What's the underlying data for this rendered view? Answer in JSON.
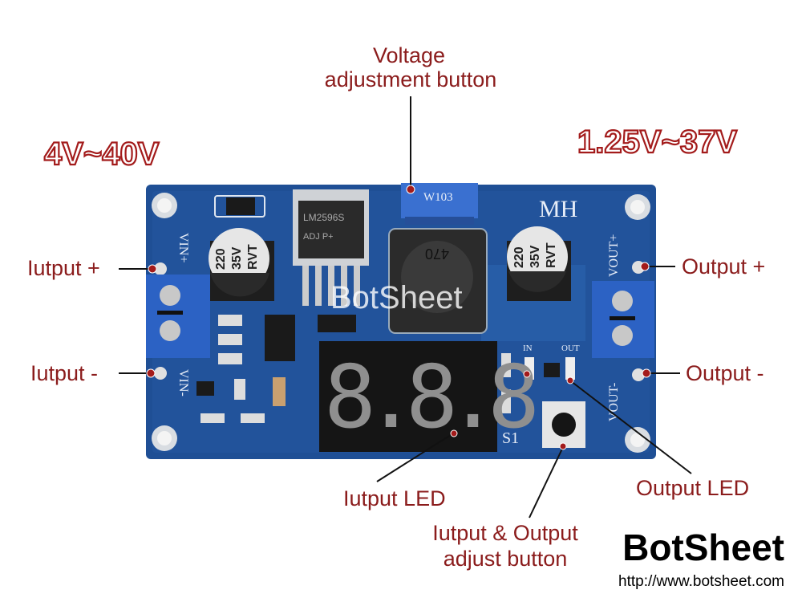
{
  "labels": {
    "voltage_adjust_line1": "Voltage",
    "voltage_adjust_line2": "adjustment button",
    "input_range": "4V~40V",
    "output_range": "1.25V~37V",
    "input_plus": "Iutput +",
    "input_minus": "Iutput -",
    "output_plus": "Output +",
    "output_minus": "Output -",
    "input_led": "Iutput LED",
    "output_led": "Output LED",
    "adjust_button_line1": "Iutput & Output",
    "adjust_button_line2": "adjust button"
  },
  "board": {
    "brand": "MH",
    "pot_marking": "W103",
    "ic_marking_1": "LM2596S",
    "ic_marking_2": "ADJ P+",
    "inductor_marking": "470",
    "cap_line1": "220",
    "cap_line2": "35V",
    "cap_line3": "RVT",
    "vin_plus": "VIN+",
    "vin_minus": "VIN-",
    "vout_plus": "VOUT+",
    "vout_minus": "VOUT-",
    "led_in": "IN",
    "led_out": "OUT",
    "switch": "S1",
    "display": "8.8.8.",
    "watermark": "BotSheet"
  },
  "footer": {
    "logo": "BotSheet",
    "url": "http://www.botsheet.com"
  },
  "colors": {
    "label": "#8b1c1c",
    "pcb": "#1f4f95",
    "terminal": "#2c62c4"
  }
}
